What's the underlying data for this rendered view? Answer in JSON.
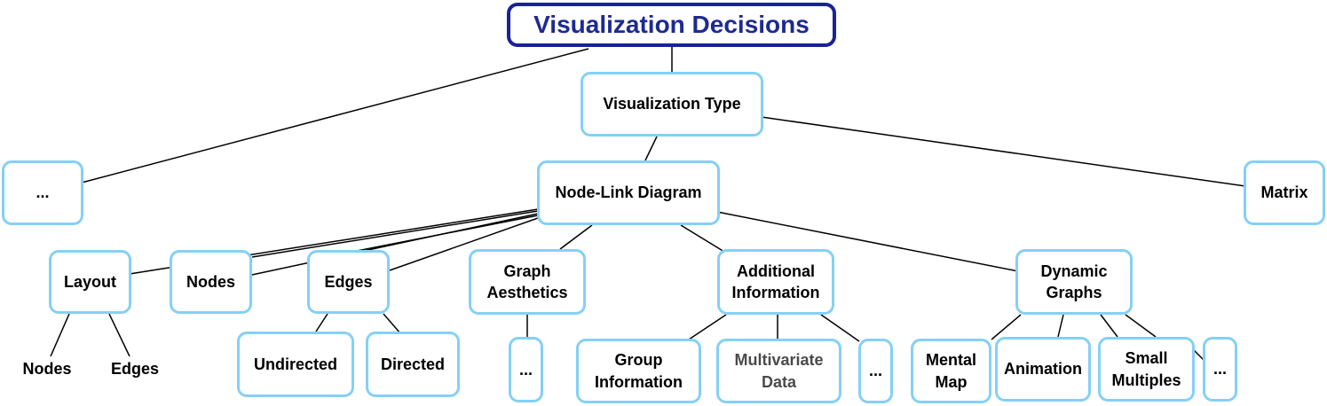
{
  "diagram": {
    "colors": {
      "root_border": "#18229a",
      "root_text": "#1f2a8f",
      "node_border": "#84d0f5",
      "edge": "#000000",
      "dim_text": "#4a4a4a"
    },
    "nodes": {
      "root": "Visualization Decisions",
      "vis_type": "Visualization Type",
      "ellipsis_left": "...",
      "node_link": "Node-Link Diagram",
      "matrix": "Matrix",
      "layout": "Layout",
      "nodes": "Nodes",
      "edges": "Edges",
      "graph_aesthetics": "Graph\nAesthetics",
      "additional_info": "Additional\nInformation",
      "dynamic_graphs": "Dynamic\nGraphs",
      "layout_nodes": "Nodes",
      "layout_edges": "Edges",
      "undirected": "Undirected",
      "directed": "Directed",
      "aesthetics_more": "...",
      "group_info": "Group\nInformation",
      "multivariate": "Multivariate\nData",
      "info_more": "...",
      "mental_map": "Mental\nMap",
      "animation": "Animation",
      "small_multiples": "Small\nMultiples",
      "dynamic_more": "..."
    }
  }
}
